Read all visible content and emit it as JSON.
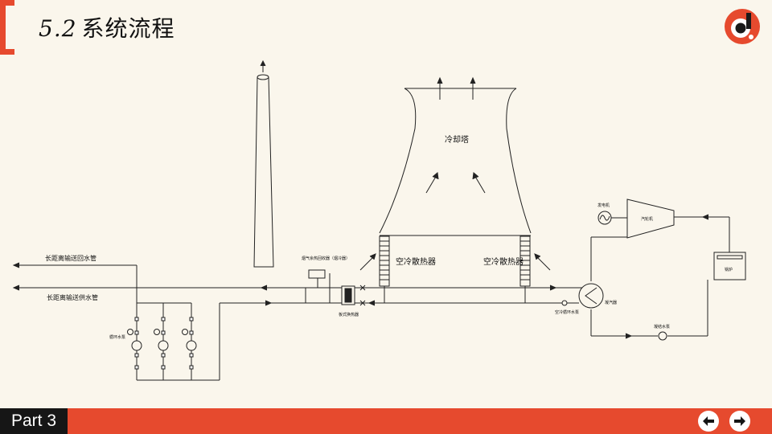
{
  "slide": {
    "title_number": "5.2",
    "title_text": "系统流程",
    "part_label": "Part 3"
  },
  "colors": {
    "accent": "#e64a2e",
    "footer_label_bg": "#161616",
    "background": "#faf6ec"
  },
  "diagram": {
    "labels": {
      "cooling_tower": "冷却塔",
      "air_cooler_left": "空冷散热器",
      "air_cooler_right": "空冷散热器",
      "return_pipe": "长距离输送回水管",
      "supply_pipe": "长距离输送供水管",
      "pump_group": "循环水泵",
      "flue_heat_exchanger": "烟气余热回收器（烟冷器）",
      "plate_exchanger": "板式换热器",
      "condenser": "凝汽器",
      "generator": "发电机",
      "turbine": "汽轮机",
      "boiler": "锅炉",
      "condensate_pump": "凝结水泵",
      "aux_pump": "空冷循环水泵"
    }
  },
  "icons": {
    "logo": "brand-logo-icon",
    "prev": "arrow-left-icon",
    "next": "arrow-right-icon"
  }
}
